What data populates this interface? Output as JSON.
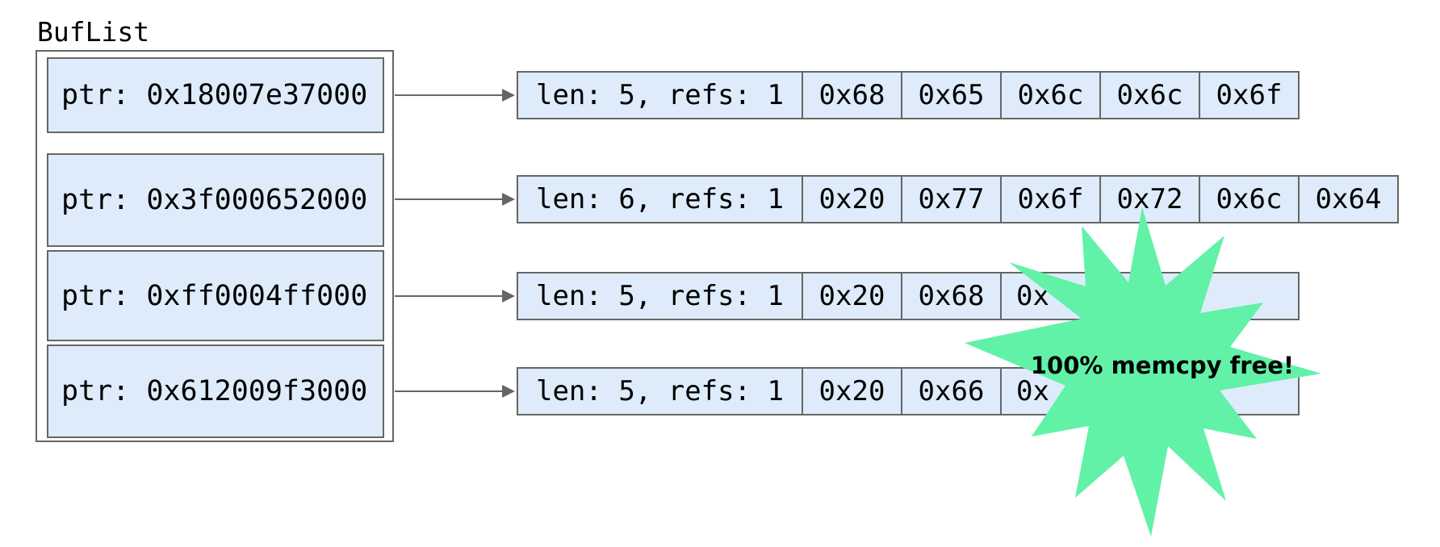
{
  "title": "BufList",
  "colors": {
    "box_fill": "#deebfa",
    "border": "#666666",
    "arrow": "#666666",
    "star": "#61f2a8",
    "text": "#000000"
  },
  "buflist": {
    "entries": [
      {
        "ptr": "ptr: 0x18007e37000"
      },
      {
        "ptr": "ptr: 0x3f000652000"
      },
      {
        "ptr": "ptr: 0xff0004ff000"
      },
      {
        "ptr": "ptr: 0x612009f3000"
      }
    ]
  },
  "buffers": [
    {
      "header": "len: 5, refs: 1",
      "bytes": [
        "0x68",
        "0x65",
        "0x6c",
        "0x6c",
        "0x6f"
      ]
    },
    {
      "header": "len: 6, refs: 1",
      "bytes": [
        "0x20",
        "0x77",
        "0x6f",
        "0x72",
        "0x6c",
        "0x64"
      ]
    },
    {
      "header": "len: 5, refs: 1",
      "bytes": [
        "0x20",
        "0x68",
        "0x",
        "",
        ""
      ]
    },
    {
      "header": "len: 5, refs: 1",
      "bytes": [
        "0x20",
        "0x66",
        "0x",
        "",
        ""
      ]
    }
  ],
  "annotation": {
    "text": "100% memcpy free!"
  }
}
